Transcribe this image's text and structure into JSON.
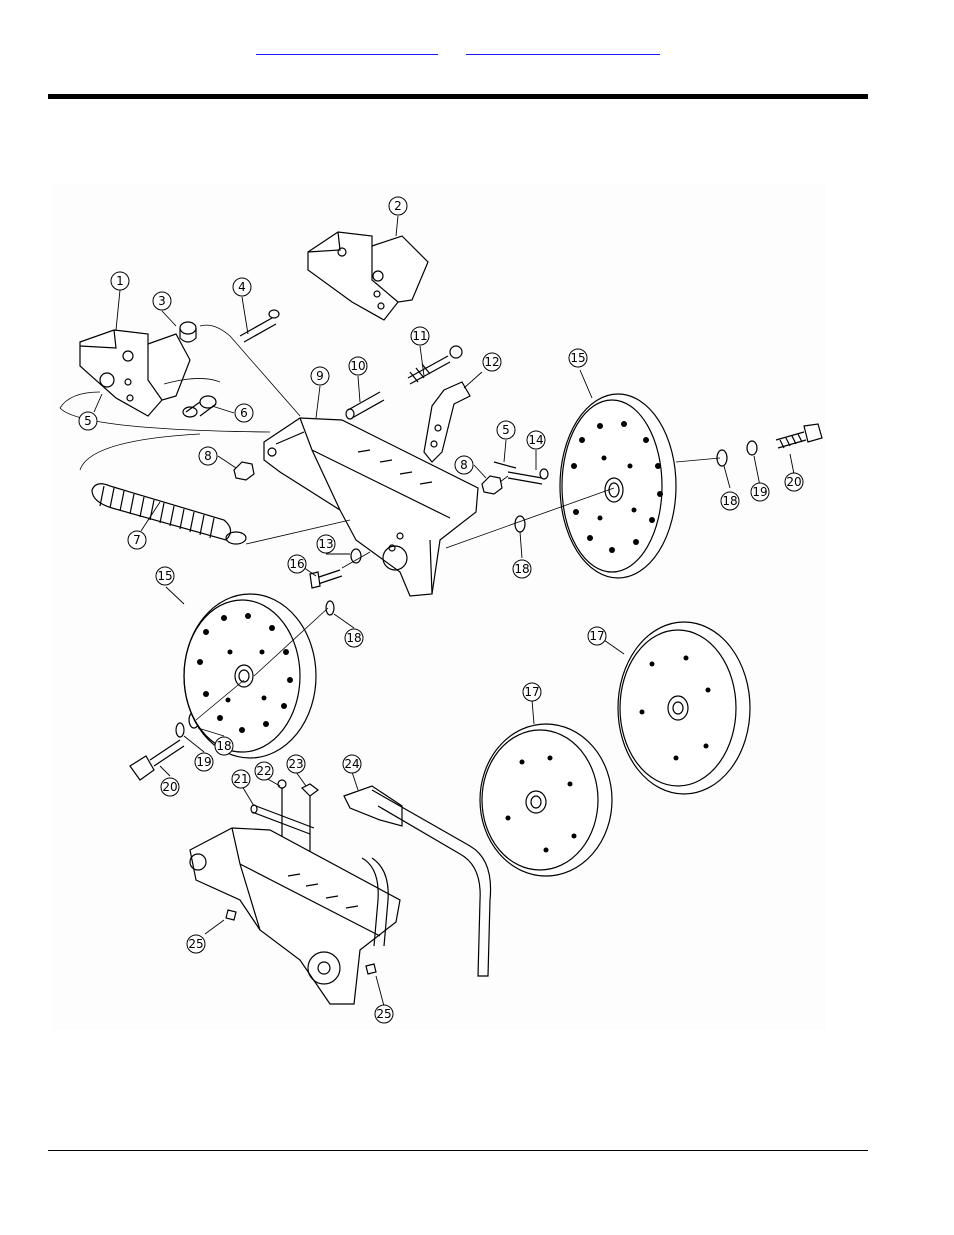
{
  "header": {
    "links": [
      "",
      ""
    ]
  },
  "diagram": {
    "callouts": [
      "1",
      "2",
      "3",
      "4",
      "5",
      "6",
      "7",
      "8",
      "9",
      "10",
      "11",
      "12",
      "13",
      "14",
      "15",
      "16",
      "17",
      "18",
      "19",
      "20",
      "21",
      "22",
      "23",
      "24",
      "25"
    ]
  }
}
